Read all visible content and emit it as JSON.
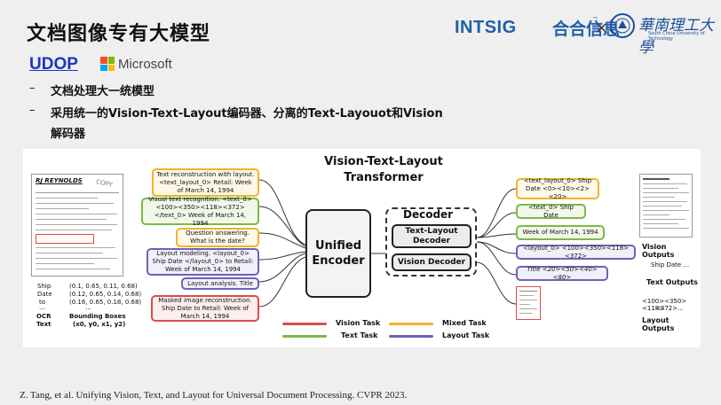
{
  "slide": {
    "title": "文档图像专有大模型",
    "brand_intsig": "INTSIG",
    "brand_intsig_cn": "合合信息",
    "tm": "™",
    "times": "×",
    "scut_cn": "華南理工大學",
    "scut_en": "South China University of Technology",
    "model_name": "UDOP",
    "company": "Microsoft",
    "bullets": [
      "文档处理大一统模型",
      "采用统一的Vision-Text-Layout编码器、分离的Text-Layouot和Vision",
      "解码器"
    ],
    "dash": "–",
    "citation": "Z. Tang, et al. Unifying Vision, Text, and Layout for Universal Document Processing. CVPR 2023."
  },
  "figure": {
    "title_line1": "Vision-Text-Layout",
    "title_line2": "Transformer",
    "doc_header": "RJ REYNOLDS",
    "doc_copy": "COPY",
    "ocr_rows": [
      {
        "word": "Ship",
        "box": "(0.1, 0.65, 0.11, 0.68)"
      },
      {
        "word": "Date",
        "box": "(0.12, 0.65, 0.14, 0.68)"
      },
      {
        "word": "to",
        "box": "(0.16, 0.65, 0.18, 0.68)"
      }
    ],
    "ellipsis": "...",
    "ocr_label_1": "OCR",
    "ocr_label_2": "Text",
    "bbox_label_1": "Bounding Boxes",
    "bbox_label_2": "(x0, y0, x1, y2)",
    "inputs": [
      {
        "text": "Text reconstruction with layout. <text_layout_0> Retail: Week of March 14, 1994",
        "kind": "mixed"
      },
      {
        "text": "Visual text recognition. <text_0> <100><350><118><372> </text_0> Week of March 14, 1994",
        "kind": "text"
      },
      {
        "text": "Question answering. What is the date?",
        "kind": "mixed"
      },
      {
        "text": "Layout modeling. <layout_0> Ship Date </layout_0> to Retail: Week of March 14, 1994",
        "kind": "layout"
      },
      {
        "text": "Layout analysis. Title",
        "kind": "layout"
      },
      {
        "text": "Masked image reconstruction. Ship Date to Retail: Week of March 14, 1994",
        "kind": "vision"
      }
    ],
    "encoder_line1": "Unified",
    "encoder_line2": "Encoder",
    "decoder_title": "Decoder",
    "text_layout_decoder_1": "Text-Layout",
    "text_layout_decoder_2": "Decoder",
    "vision_decoder": "Vision Decoder",
    "outputs": [
      {
        "text": "<text_layout_0> Ship Date <0><10><2><20>",
        "kind": "mixed"
      },
      {
        "text": "<text_0> Ship Date",
        "kind": "text"
      },
      {
        "text": "Week of March 14, 1994",
        "kind": "text"
      },
      {
        "text": "<layout_0> <100><350><118><372>",
        "kind": "layout"
      },
      {
        "text": "Title <20><50><40><80>",
        "kind": "layout"
      }
    ],
    "legend": [
      {
        "label": "Vision Task",
        "color": "#e04b4b"
      },
      {
        "label": "Mixed Task",
        "color": "#f0b429"
      },
      {
        "label": "Text Task",
        "color": "#79b94a"
      },
      {
        "label": "Layout Task",
        "color": "#6c63b5"
      }
    ],
    "right_labels": {
      "vision_outputs": "Vision Outputs",
      "ship_date": "Ship Date ...",
      "text_outputs": "Text Outputs",
      "layout_tokens_1": "<100><350><118>",
      "layout_tokens_2": "<372>...",
      "layout_outputs": "Layout Outputs"
    }
  },
  "colors": {
    "accent_blue": "#1f5fa8",
    "udop_blue": "#1d34c4",
    "ms_red": "#f25022",
    "ms_green": "#7fba00",
    "ms_blue": "#00a4ef",
    "ms_yellow": "#ffb900"
  }
}
